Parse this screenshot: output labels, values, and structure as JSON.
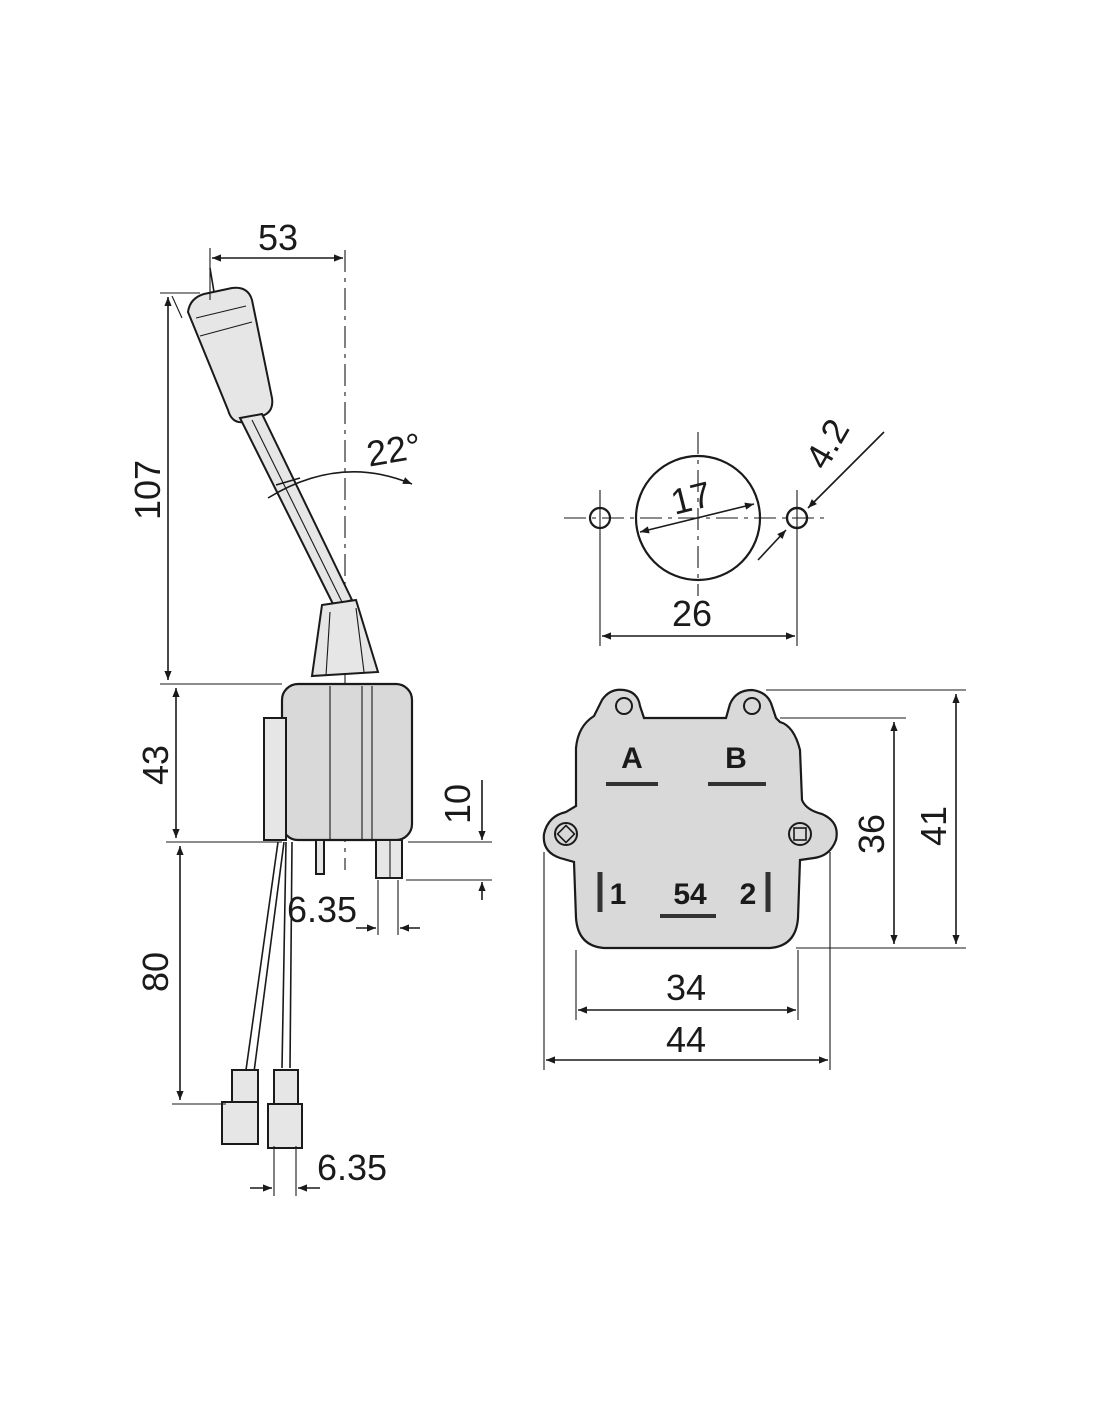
{
  "side_view": {
    "width_top": "53",
    "lever_height": "107",
    "lever_angle": "22°",
    "body_height": "43",
    "tab_height": "10",
    "tab_spacing": "6.35",
    "wire_length": "80",
    "terminal_width": "6.35"
  },
  "mounting_view": {
    "hole_diameter": "17",
    "screw_hole_diameter": "4.2",
    "hole_spacing": "26"
  },
  "front_view": {
    "terminal_a": "A",
    "terminal_b": "B",
    "terminal_1": "1",
    "terminal_54": "54",
    "terminal_2": "2",
    "inner_height": "36",
    "outer_height": "41",
    "inner_width": "34",
    "outer_width": "44"
  },
  "colors": {
    "line": "#1a1a1a",
    "fill": "#d9d9d9",
    "background": "#ffffff"
  }
}
